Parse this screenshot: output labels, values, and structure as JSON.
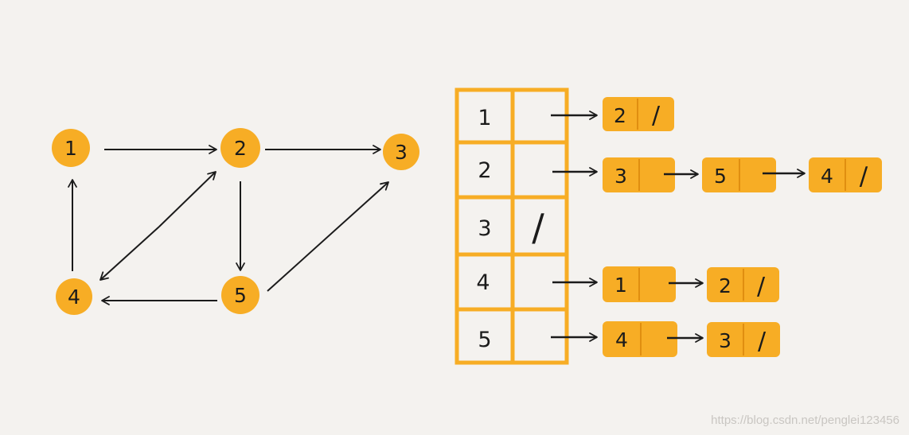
{
  "graph": {
    "nodes": [
      {
        "id": "n1",
        "label": "1"
      },
      {
        "id": "n2",
        "label": "2"
      },
      {
        "id": "n3",
        "label": "3"
      },
      {
        "id": "n4",
        "label": "4"
      },
      {
        "id": "n5",
        "label": "5"
      }
    ],
    "edges": [
      {
        "from": "1",
        "to": "2"
      },
      {
        "from": "2",
        "to": "3"
      },
      {
        "from": "2",
        "to": "5"
      },
      {
        "from": "2",
        "to": "4"
      },
      {
        "from": "4",
        "to": "1"
      },
      {
        "from": "4",
        "to": "2"
      },
      {
        "from": "5",
        "to": "4"
      },
      {
        "from": "5",
        "to": "3"
      }
    ]
  },
  "adjacency": {
    "rows": [
      {
        "vertex": "1",
        "list": [
          "2"
        ]
      },
      {
        "vertex": "2",
        "list": [
          "3",
          "5",
          "4"
        ]
      },
      {
        "vertex": "3",
        "list": []
      },
      {
        "vertex": "4",
        "list": [
          "1",
          "2"
        ]
      },
      {
        "vertex": "5",
        "list": [
          "4",
          "3"
        ]
      }
    ],
    "null_mark": "/"
  },
  "watermark": "https://blog.csdn.net/penglei123456",
  "colors": {
    "node": "#f7ad25",
    "table": "#f7ad25",
    "list_node": "#f7ad25",
    "list_divider": "#e08e10",
    "ink": "#1b1b1b",
    "background": "#f4f2ef"
  }
}
